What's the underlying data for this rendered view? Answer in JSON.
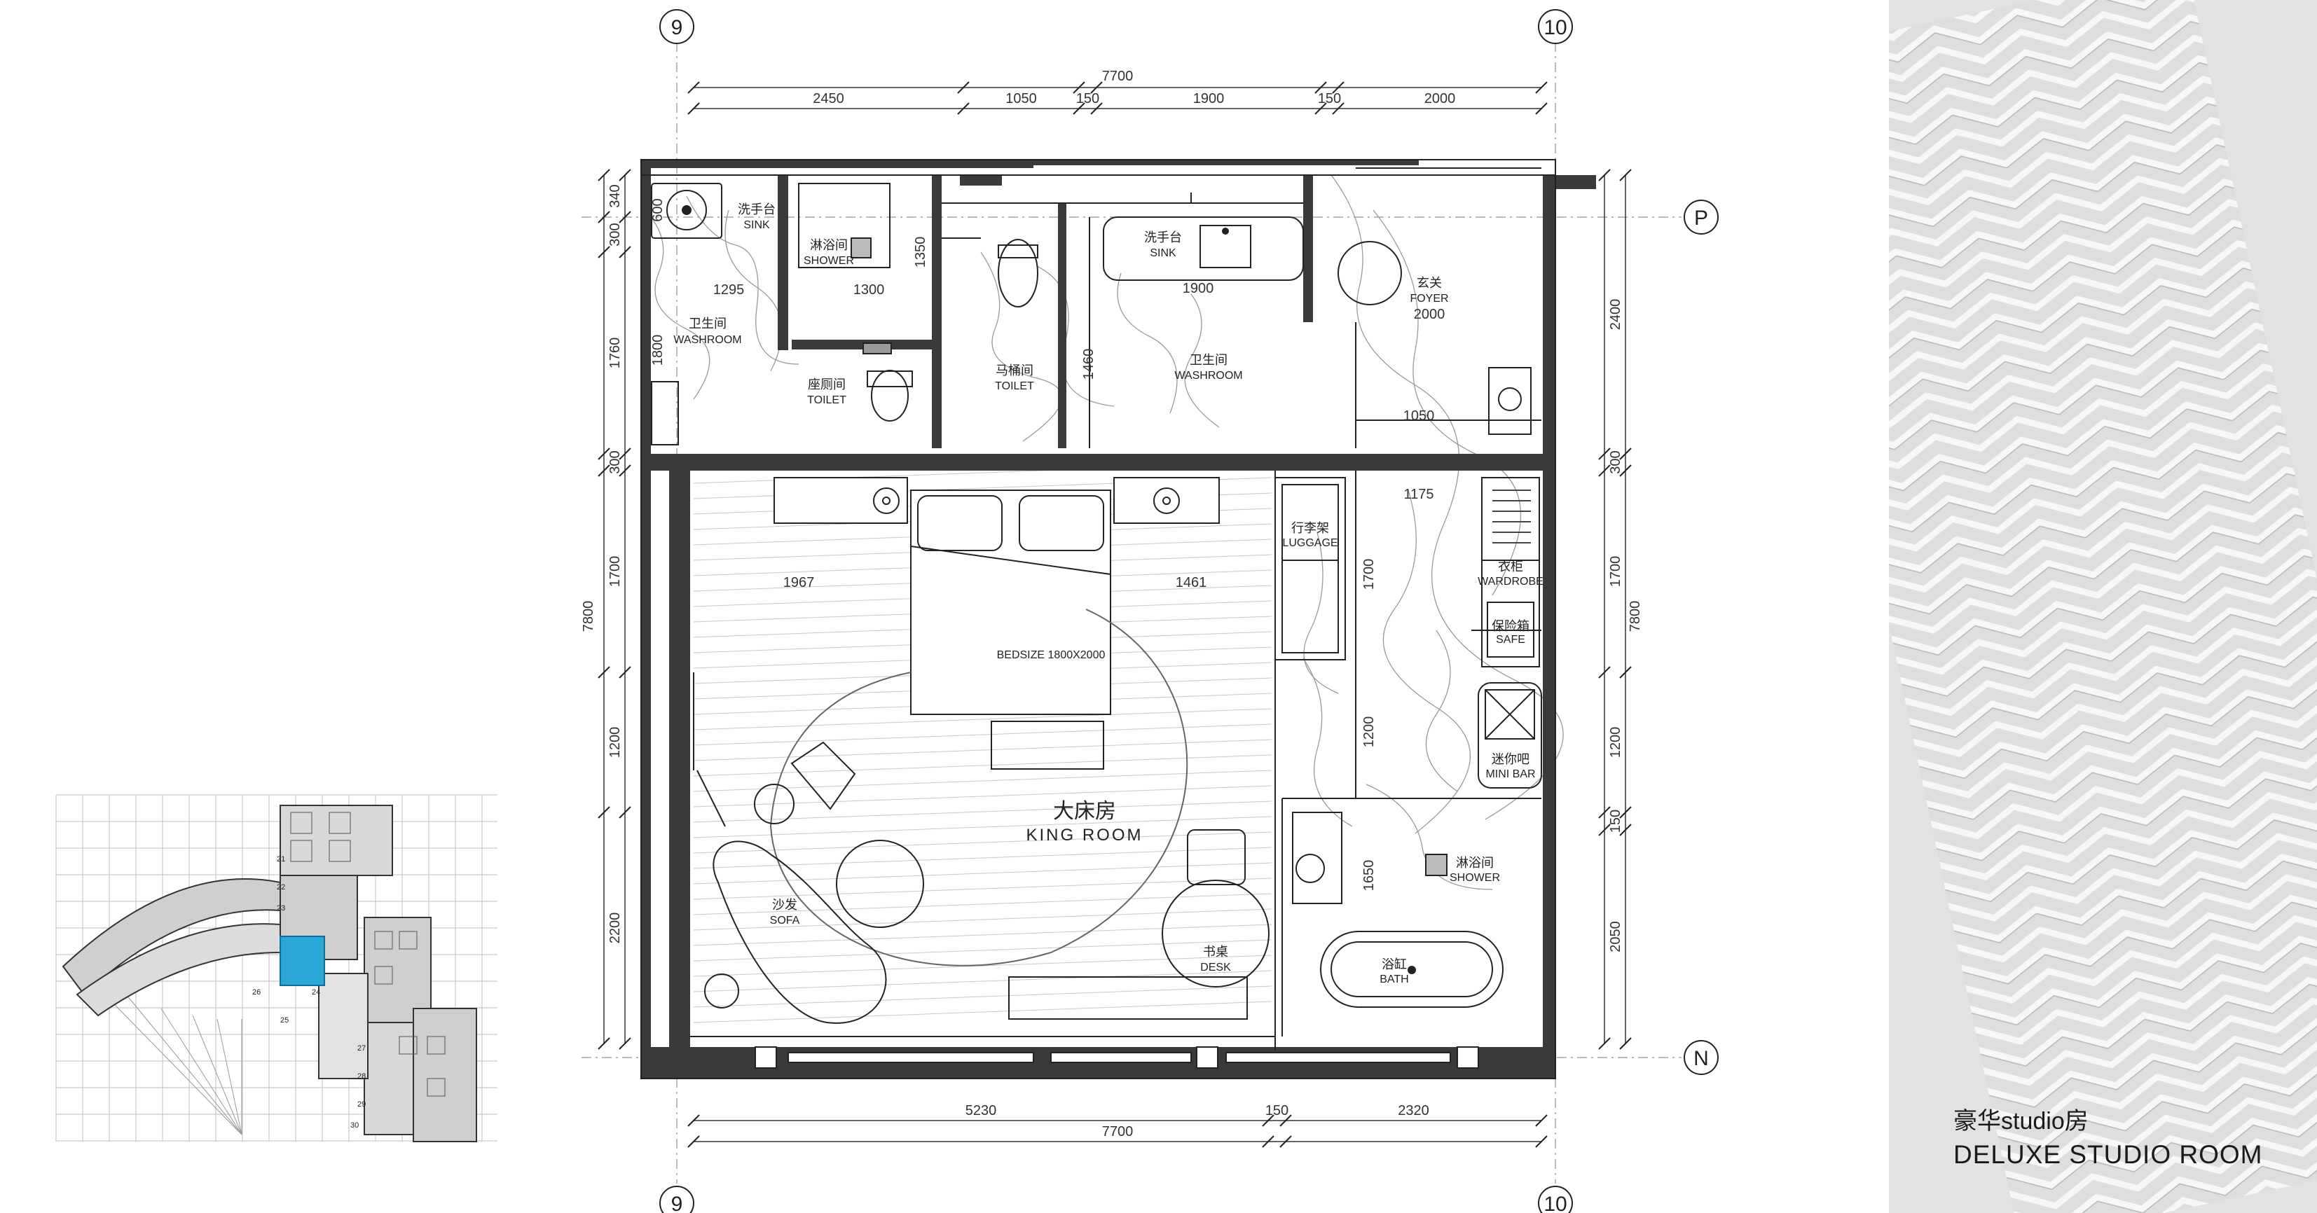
{
  "axes": {
    "left": "9",
    "right": "10",
    "top": "P",
    "bottom": "N"
  },
  "dims": {
    "top_total": "7700",
    "top_segments": [
      "2450",
      "1050",
      "150",
      "1900",
      "150",
      "2000"
    ],
    "bottom_total": "7700",
    "bottom_segments": [
      "5230",
      "150",
      "2320"
    ],
    "left_segments": [
      "340",
      "300",
      "1760",
      "300",
      "1700",
      "1200",
      "2200"
    ],
    "left_total": "7800",
    "right_segments": [
      "2400",
      "300",
      "1700",
      "1200",
      "150",
      "2050"
    ],
    "right_total": "7800",
    "inner": [
      "600",
      "1295",
      "1300",
      "1800",
      "1350",
      "1900",
      "1460",
      "2000",
      "1050",
      "1175",
      "1967",
      "1461",
      "1700",
      "1200",
      "1650"
    ]
  },
  "rooms": {
    "sink_left": {
      "cn": "洗手台",
      "en": "SINK"
    },
    "shower_left": {
      "cn": "淋浴间",
      "en": "SHOWER"
    },
    "washroom_left": {
      "cn": "卫生间",
      "en": "WASHROOM"
    },
    "toilet_left": {
      "cn": "座厕间",
      "en": "TOILET"
    },
    "sink_mid": {
      "cn": "洗手台",
      "en": "SINK"
    },
    "toilet_mid": {
      "cn": "马桶间",
      "en": "TOILET"
    },
    "washroom_mid": {
      "cn": "卫生间",
      "en": "WASHROOM"
    },
    "foyer": {
      "cn": "玄关",
      "en": "FOYER"
    },
    "luggage": {
      "cn": "行李架",
      "en": "LUGGAGE"
    },
    "wardrobe": {
      "cn": "衣柜",
      "en": "WARDROBE"
    },
    "safe": {
      "cn": "保险箱",
      "en": "SAFE"
    },
    "minibar": {
      "cn": "迷你吧",
      "en": "MINI BAR"
    },
    "shower_right": {
      "cn": "淋浴间",
      "en": "SHOWER"
    },
    "bath": {
      "cn": "浴缸",
      "en": "BATH"
    },
    "desk": {
      "cn": "书桌",
      "en": "DESK"
    },
    "sofa": {
      "cn": "沙发",
      "en": "SOFA"
    },
    "bed_size": "BEDSIZE 1800X2000",
    "king_room": {
      "cn": "大床房",
      "en": "KING ROOM"
    }
  },
  "key_plan_numbers": [
    "21",
    "22",
    "23",
    "24",
    "25",
    "26",
    "27",
    "28",
    "29",
    "30"
  ],
  "caption": {
    "cn": "豪华studio房",
    "en": "DELUXE STUDIO ROOM"
  },
  "colors": {
    "highlight": "#2aa7d6",
    "wall": "#3a3a3a",
    "swatch": "#e2e2e2"
  }
}
